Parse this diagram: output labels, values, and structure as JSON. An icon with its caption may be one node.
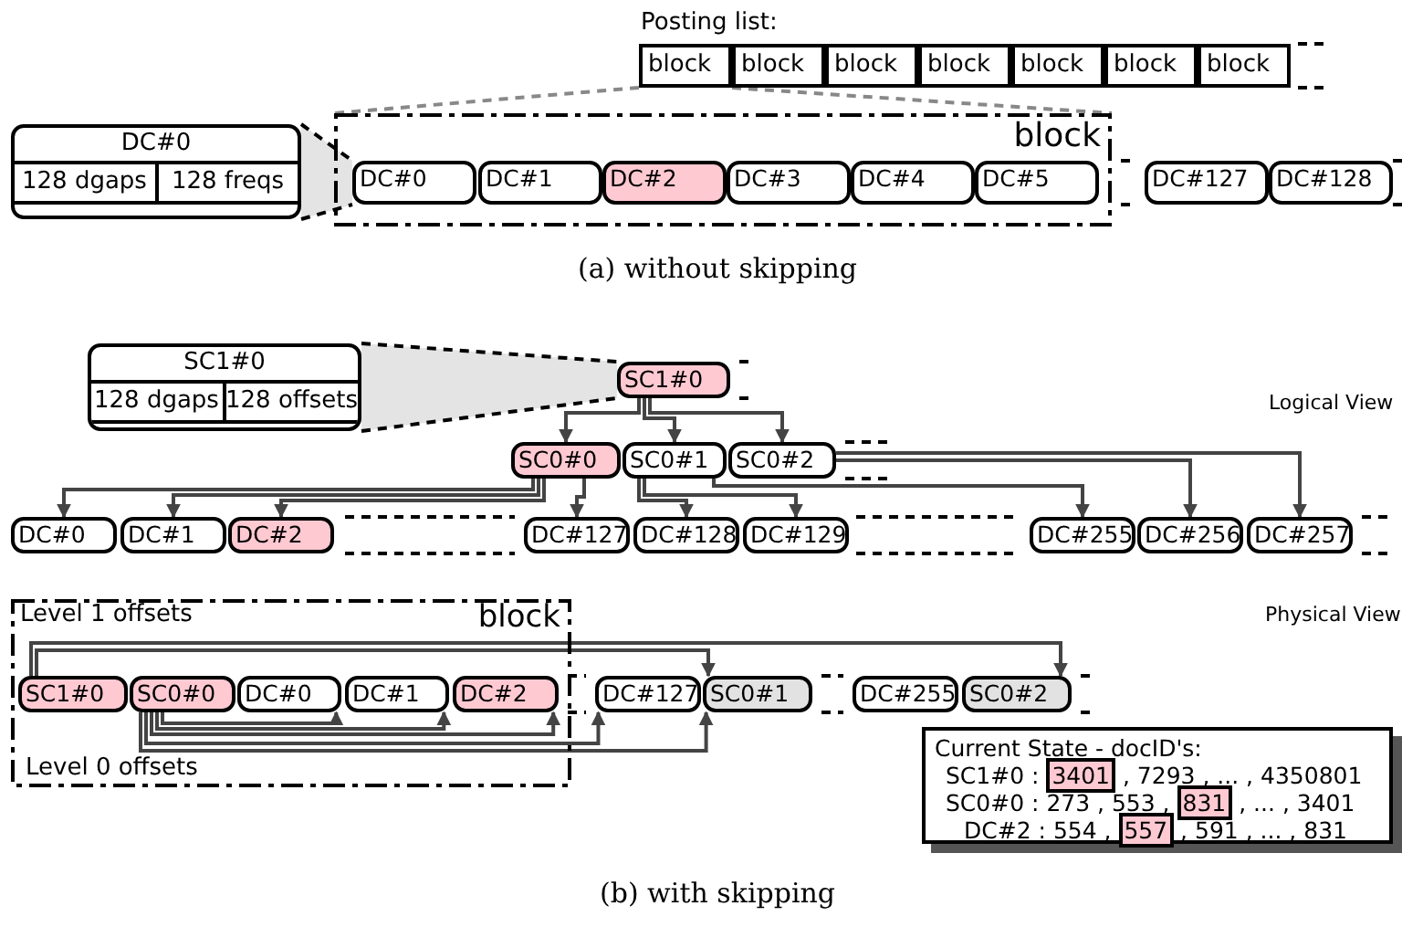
{
  "diagram": {
    "nodes": [
      {
        "text": [
          "block"
        ]
      },
      {
        "text": [
          "block"
        ]
      },
      {
        "text": [
          "block"
        ]
      },
      {
        "text": [
          "block"
        ]
      },
      {
        "text": [
          "block"
        ]
      },
      {
        "text": [
          "block"
        ]
      },
      {
        "text": [
          "block"
        ]
      },
      {
        "text": [
          "DC#0",
          "128 dgaps",
          "128 freqs"
        ]
      },
      {
        "text": [
          "block"
        ]
      },
      {
        "text": [
          "DC#0"
        ],
        "in": 8
      },
      {
        "text": [
          "DC#1"
        ],
        "in": 8
      },
      {
        "text": [
          "DC#2"
        ],
        "in": 8
      },
      {
        "text": [
          "DC#3"
        ],
        "in": 8
      },
      {
        "text": [
          "DC#4"
        ],
        "in": 8
      },
      {
        "text": [
          "DC#5"
        ],
        "in": 8
      },
      {
        "text": [
          "DC#127"
        ]
      },
      {
        "text": [
          "DC#128"
        ]
      },
      {
        "text": [
          "SC1#0",
          "128 dgaps",
          "128 offsets"
        ]
      },
      {
        "text": [
          "SC1#0"
        ]
      },
      {
        "text": [
          "SC0#0"
        ]
      },
      {
        "text": [
          "SC0#1"
        ]
      },
      {
        "text": [
          "SC0#2"
        ]
      },
      {
        "text": [
          "DC#0"
        ]
      },
      {
        "text": [
          "DC#1"
        ]
      },
      {
        "text": [
          "DC#2"
        ]
      },
      {
        "text": [
          "DC#127"
        ]
      },
      {
        "text": [
          "DC#128"
        ]
      },
      {
        "text": [
          "DC#129"
        ]
      },
      {
        "text": [
          "DC#255"
        ]
      },
      {
        "text": [
          "DC#256"
        ]
      },
      {
        "text": [
          "DC#257"
        ]
      },
      {
        "text": [
          "Level 1 offsets",
          "block",
          "Level 0 offsets"
        ]
      },
      {
        "text": [
          "SC1#0"
        ],
        "in": 31
      },
      {
        "text": [
          "SC0#0"
        ],
        "in": 31
      },
      {
        "text": [
          "DC#0"
        ],
        "in": 31
      },
      {
        "text": [
          "DC#1"
        ],
        "in": 31
      },
      {
        "text": [
          "DC#2"
        ],
        "in": 31
      },
      {
        "text": [
          "DC#127"
        ]
      },
      {
        "text": [
          "SC0#1"
        ]
      },
      {
        "text": [
          "DC#255"
        ]
      },
      {
        "text": [
          "SC0#2"
        ]
      },
      {
        "text": [
          "Current State - docID's:",
          "SC1#0 : **3401** , 7293 , ... , 4350801",
          "SC0#0 : 273 , 553 , **831** , ... , 3401",
          "DC#2 : 554 , **557** , 591 , ... , 831"
        ]
      }
    ],
    "edges": [
      {
        "from": 0,
        "to": 8,
        "arrow": "none",
        "style": "dashed",
        "color": "#888888"
      },
      {
        "from": 0,
        "to": 8,
        "arrow": "none",
        "style": "dashed",
        "color": "#888888"
      },
      {
        "from": 7,
        "to": 9,
        "arrow": "none",
        "style": "dashed",
        "color": "#000000"
      },
      {
        "from": 7,
        "to": 9,
        "arrow": "none",
        "style": "dashed",
        "color": "#000000"
      },
      {
        "from": 17,
        "to": 18,
        "arrow": "none",
        "style": "dashed",
        "color": "#000000"
      },
      {
        "from": 17,
        "to": 18,
        "arrow": "none",
        "style": "dashed",
        "color": "#000000"
      },
      {
        "from": 18,
        "to": 19,
        "arrow": "to"
      },
      {
        "from": 18,
        "to": 20,
        "arrow": "to"
      },
      {
        "from": 18,
        "to": 21,
        "arrow": "to"
      },
      {
        "from": 19,
        "to": 22,
        "arrow": "to"
      },
      {
        "from": 19,
        "to": 23,
        "arrow": "to"
      },
      {
        "from": 19,
        "to": 24,
        "arrow": "to"
      },
      {
        "from": 19,
        "to": 25,
        "arrow": "to"
      },
      {
        "from": 20,
        "to": 26,
        "arrow": "to"
      },
      {
        "from": 20,
        "to": 27,
        "arrow": "to"
      },
      {
        "from": 20,
        "to": 28,
        "arrow": "to"
      },
      {
        "from": 21,
        "to": 29,
        "arrow": "to"
      },
      {
        "from": 21,
        "to": 30,
        "arrow": "to"
      },
      {
        "from": 32,
        "to": 38,
        "arrow": "to"
      },
      {
        "from": 32,
        "to": 40,
        "arrow": "to"
      },
      {
        "from": 33,
        "to": 34,
        "arrow": "to"
      },
      {
        "from": 33,
        "to": 35,
        "arrow": "to"
      },
      {
        "from": 33,
        "to": 36,
        "arrow": "to"
      },
      {
        "from": 33,
        "to": 37,
        "arrow": "to"
      },
      {
        "from": 33,
        "to": 38,
        "arrow": "to"
      }
    ],
    "labels": [
      "Posting list:",
      "(a) without skipping",
      "Logical View",
      "Physical View",
      "(b) with skipping"
    ]
  }
}
